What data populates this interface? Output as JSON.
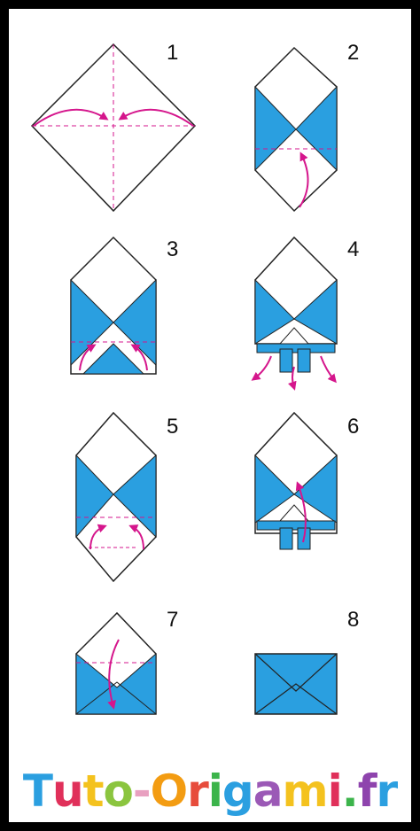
{
  "steps": [
    {
      "number": "1"
    },
    {
      "number": "2"
    },
    {
      "number": "3"
    },
    {
      "number": "4"
    },
    {
      "number": "5"
    },
    {
      "number": "6"
    },
    {
      "number": "7"
    },
    {
      "number": "8"
    }
  ],
  "brand": {
    "text": "Tuto-Origami.fr",
    "letters": [
      "T",
      "u",
      "t",
      "o",
      "-",
      "O",
      "r",
      "i",
      "g",
      "a",
      "m",
      "i",
      ".",
      "f",
      "r"
    ],
    "letter_colors": [
      "#2b9fe0",
      "#e0305a",
      "#f4c21e",
      "#8bc53f",
      "#e8a0c0",
      "#f39c12",
      "#e74c3c",
      "#3cb44b",
      "#2b9fe0",
      "#9b59b6",
      "#f4c21e",
      "#e0305a",
      "#3cb44b",
      "#8e44ad",
      "#2b9fe0"
    ]
  },
  "colors": {
    "paper_blue": "#2a9fe0",
    "arrow_magenta": "#d5168c",
    "fold_line": "#d5168c",
    "outline": "#222222",
    "background": "#ffffff",
    "border": "#000000"
  },
  "icons": {
    "arrow": "curved-fold-arrow",
    "fold_line": "dashed-fold-line"
  }
}
